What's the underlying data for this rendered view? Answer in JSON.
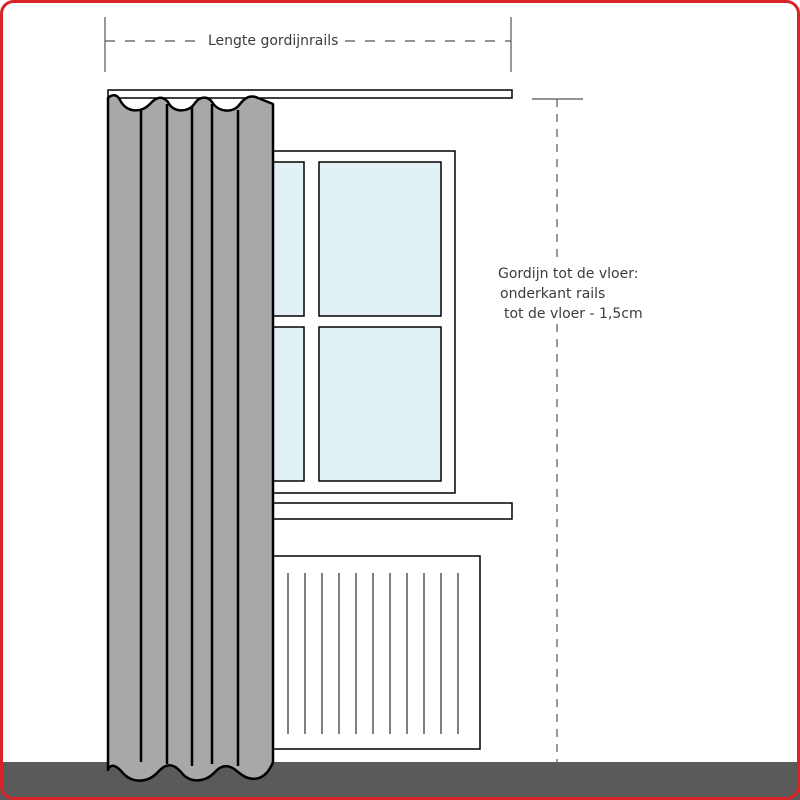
{
  "labels": {
    "rail_length": "Lengte gordijnrails",
    "floor_note": {
      "line1": "Gordijn tot de vloer:",
      "line2": " onderkant rails",
      "line3": " tot de vloer - 1,5cm"
    }
  },
  "colors": {
    "frame_border": "#d7242a",
    "curtain_fill": "#a8a8a8",
    "glass_fill": "#e2f1f5",
    "floor_fill": "#5a5a5a",
    "line": "#000000",
    "dim_line": "#555555"
  },
  "icons": [
    "curtain-rail",
    "curtain",
    "window",
    "window-sill",
    "radiator",
    "floor"
  ]
}
